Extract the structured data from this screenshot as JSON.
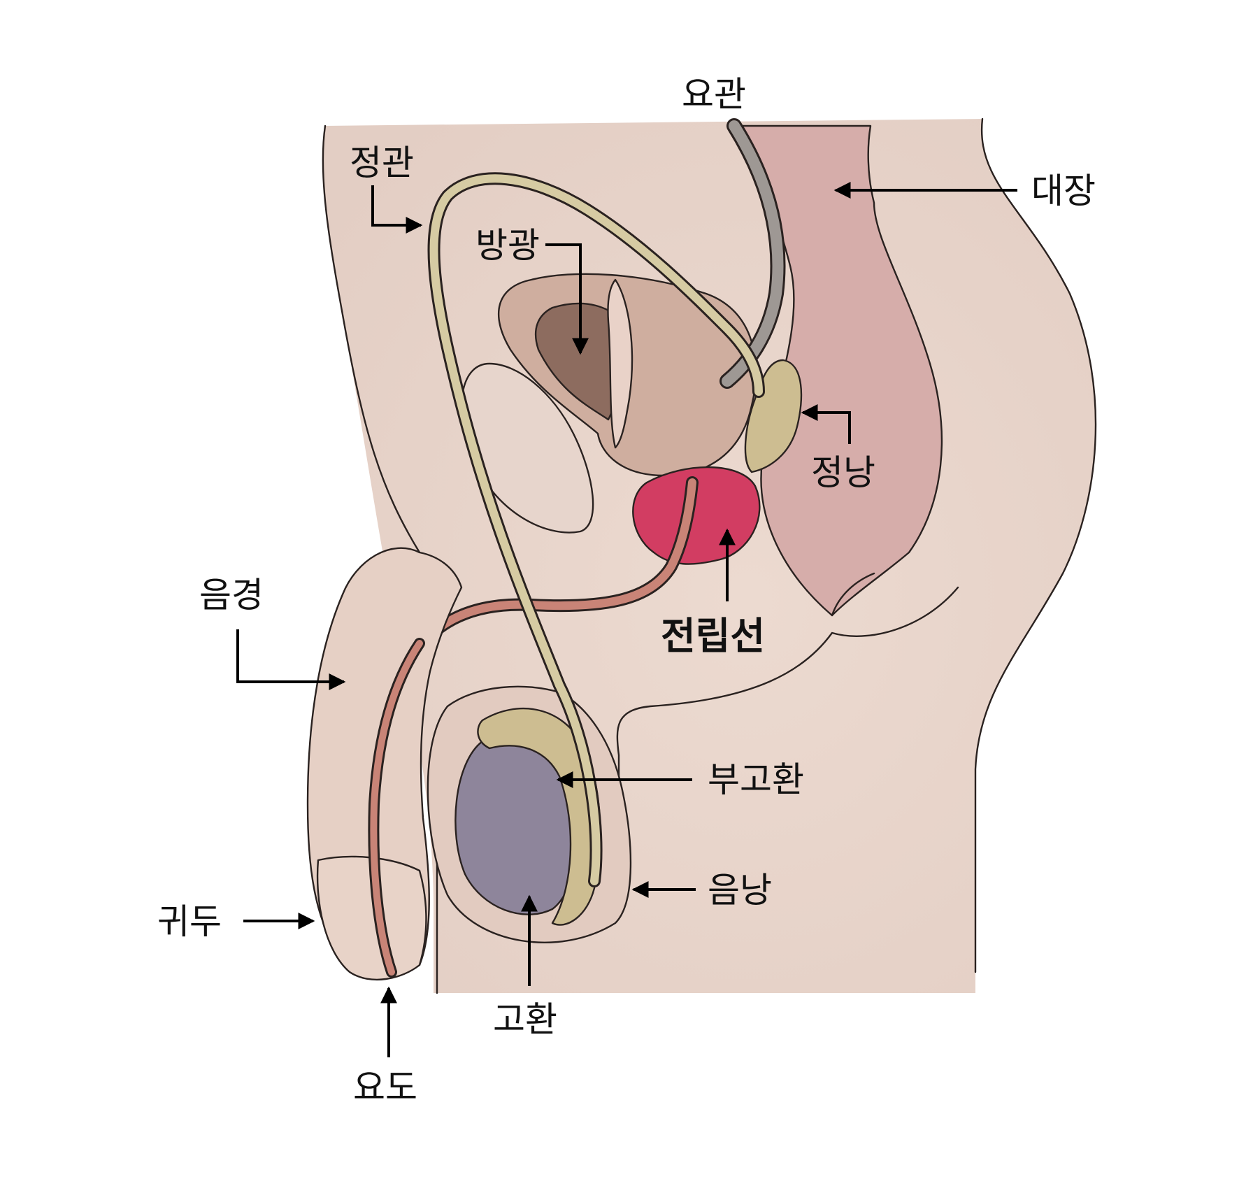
{
  "colors": {
    "skin": "#ecdcd2",
    "skin_shadow": "#e2cdc2",
    "bladder_outer": "#cfada0",
    "bladder_inner": "#8f6d60",
    "colon": "#d4aaa7",
    "prostate": "#d23d62",
    "vas_deferens": "#d6cba3",
    "ureter": "#9e9894",
    "urethra": "#c98477",
    "testis": "#8e859b",
    "epididymis": "#cdbd91",
    "label_text": "#111111"
  },
  "labels": {
    "ureter": "요관",
    "colon": "대장",
    "vas_deferens": "정관",
    "bladder": "방광",
    "seminal_vesicle": "정낭",
    "prostate": "전립선",
    "penis": "음경",
    "epididymis": "부고환",
    "scrotum": "음낭",
    "glans": "귀두",
    "urethra": "요도",
    "testis": "고환"
  }
}
